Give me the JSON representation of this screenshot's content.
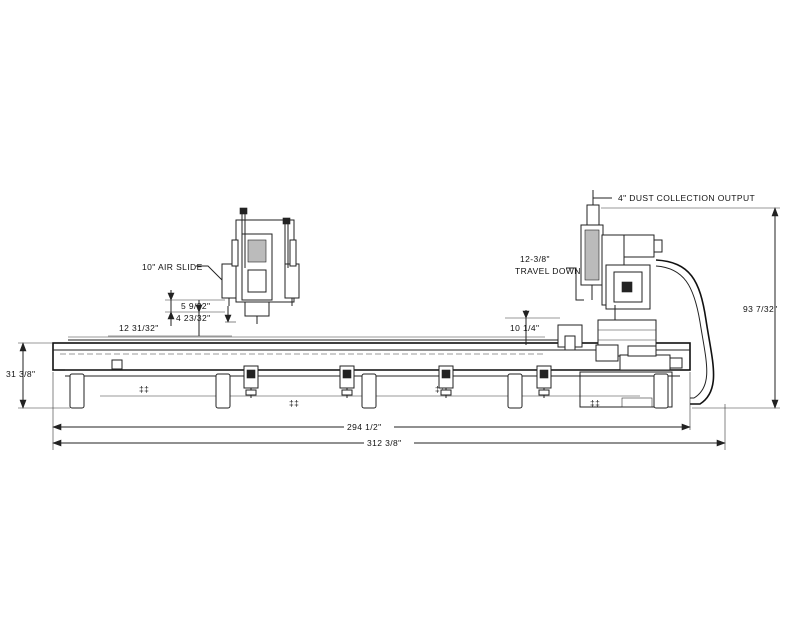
{
  "callouts": {
    "dust_collection": "4\" DUST COLLECTION OUTPUT",
    "air_slide": "10\" AIR SLIDE",
    "travel_down_value": "12-3/8\"",
    "travel_down_label": "TRAVEL DOWN"
  },
  "dimensions": {
    "height_total": "93 7/32\"",
    "height_base": "31 3/8\"",
    "length_inner": "294 1/2\"",
    "length_overall": "312 3/8\"",
    "d_5_9_32": "5 9/32\"",
    "d_4_23_32": "4 23/32\"",
    "d_12_31_32": "12 31/32\"",
    "d_10_1_4": "10 1/4\""
  },
  "colors": {
    "line": "#222222",
    "background": "#ffffff"
  }
}
